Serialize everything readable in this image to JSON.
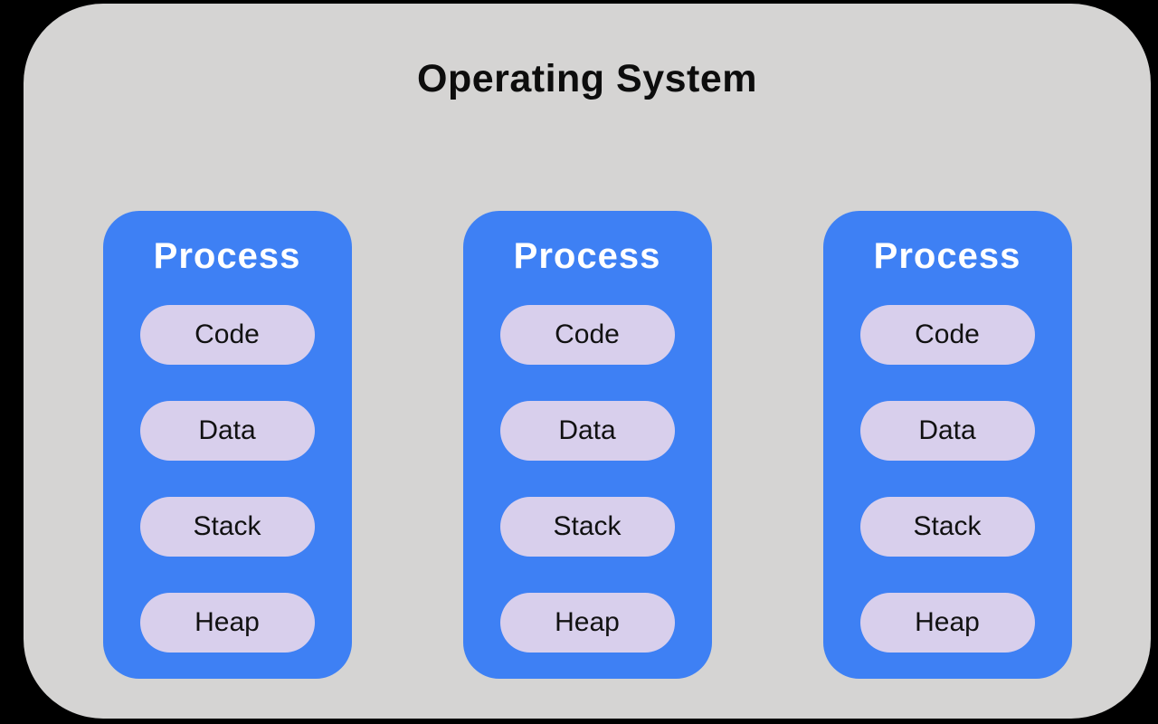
{
  "diagram": {
    "title": "Operating System",
    "processes": [
      {
        "title": "Process",
        "segments": [
          "Code",
          "Data",
          "Stack",
          "Heap"
        ]
      },
      {
        "title": "Process",
        "segments": [
          "Code",
          "Data",
          "Stack",
          "Heap"
        ]
      },
      {
        "title": "Process",
        "segments": [
          "Code",
          "Data",
          "Stack",
          "Heap"
        ]
      }
    ],
    "colors": {
      "background": "#000000",
      "panel": "#d5d4d3",
      "process_fill": "#3e80f4",
      "segment_fill": "#d8cfec",
      "title_text": "#0d0d0d",
      "process_title_text": "#ffffff",
      "segment_text": "#111111"
    }
  }
}
